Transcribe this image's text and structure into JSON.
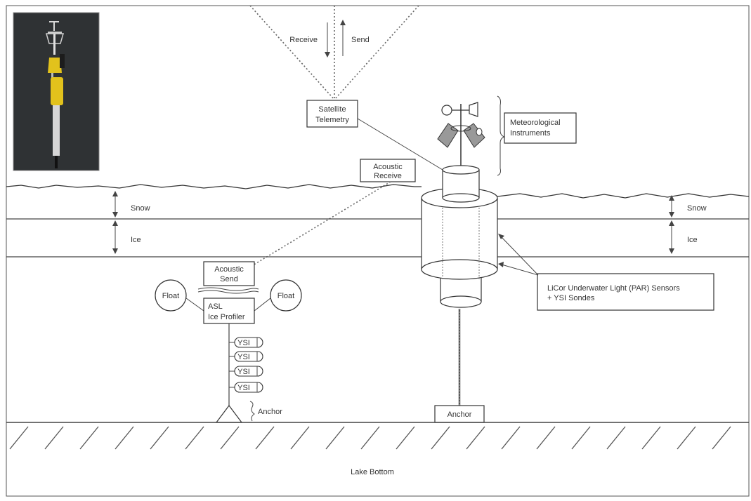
{
  "labels": {
    "receive": "Receive",
    "send": "Send",
    "satellite_1": "Satellite",
    "satellite_2": "Telemetry",
    "met_1": "Meteorological",
    "met_2": "Instruments",
    "acoustic_receive_1": "Acoustic",
    "acoustic_receive_2": "Receive",
    "snow_left": "Snow",
    "ice_left": "Ice",
    "snow_right": "Snow",
    "ice_right": "Ice",
    "acoustic_send_1": "Acoustic",
    "acoustic_send_2": "Send",
    "float_left": "Float",
    "float_right": "Float",
    "asl_1": "ASL",
    "asl_2": "Ice Profiler",
    "ysi": [
      "YSI",
      "YSI",
      "YSI",
      "YSI"
    ],
    "anchor_left": "Anchor",
    "anchor_right": "Anchor",
    "licor_1": "LiCor Underwater Light (PAR) Sensors",
    "licor_2": "+ YSI Sondes",
    "lake_bottom": "Lake Bottom"
  },
  "colors": {
    "photo_bg": "#2f3234",
    "buoy_yellow": "#e2c21c",
    "line": "#333333"
  }
}
